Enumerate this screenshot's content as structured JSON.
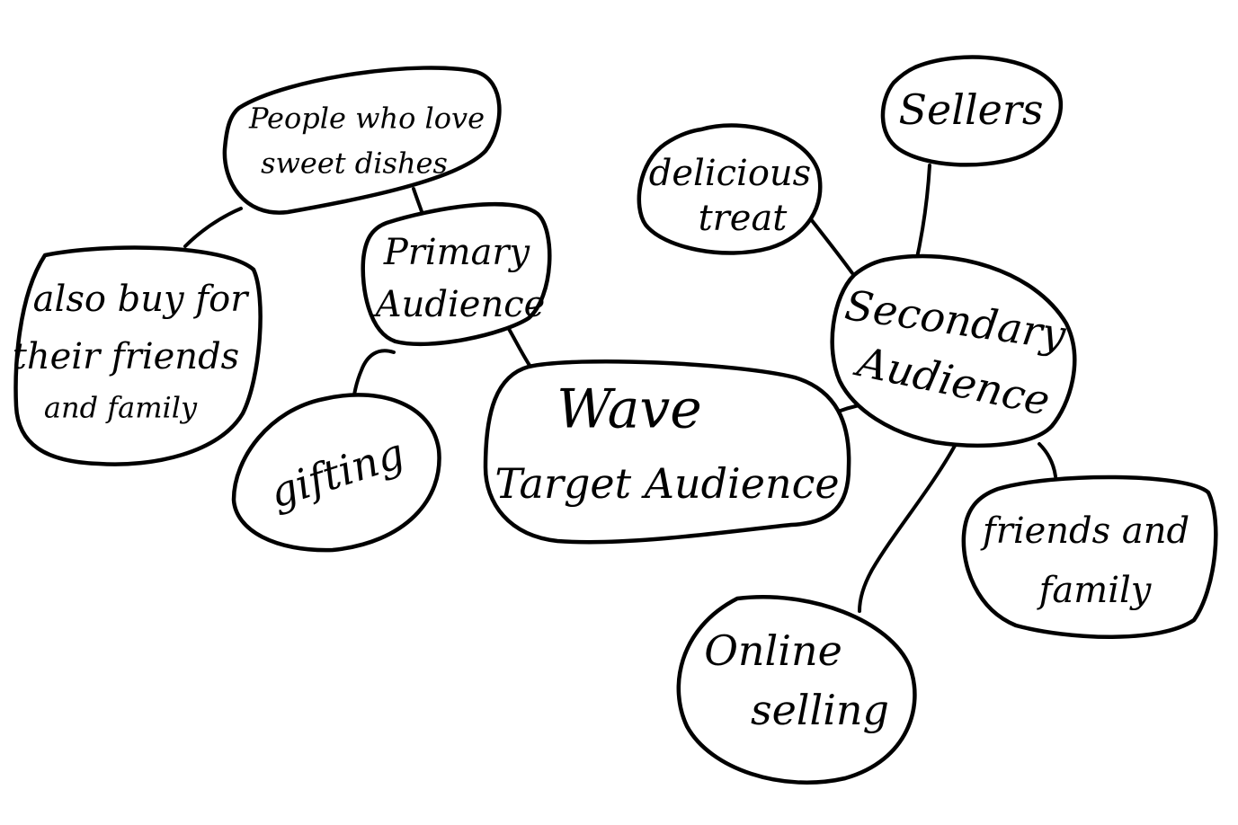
{
  "center": {
    "line1": "Wave",
    "line2": "Target Audience"
  },
  "primary": {
    "line1": "Primary",
    "line2": "Audience"
  },
  "secondary": {
    "line1": "Secondary",
    "line2": "Audience"
  },
  "people_who_love": {
    "line1": "People who love",
    "line2": "sweet dishes"
  },
  "also_buy": {
    "line1": "also buy for",
    "line2": "their friends",
    "line3": "and family"
  },
  "gifting": {
    "line1": "gifting"
  },
  "delicious": {
    "line1": "delicious",
    "line2": "treat"
  },
  "sellers": {
    "line1": "Sellers"
  },
  "friends": {
    "line1": "friends and",
    "line2": "family"
  },
  "online": {
    "line1": "Online",
    "line2": "selling"
  }
}
